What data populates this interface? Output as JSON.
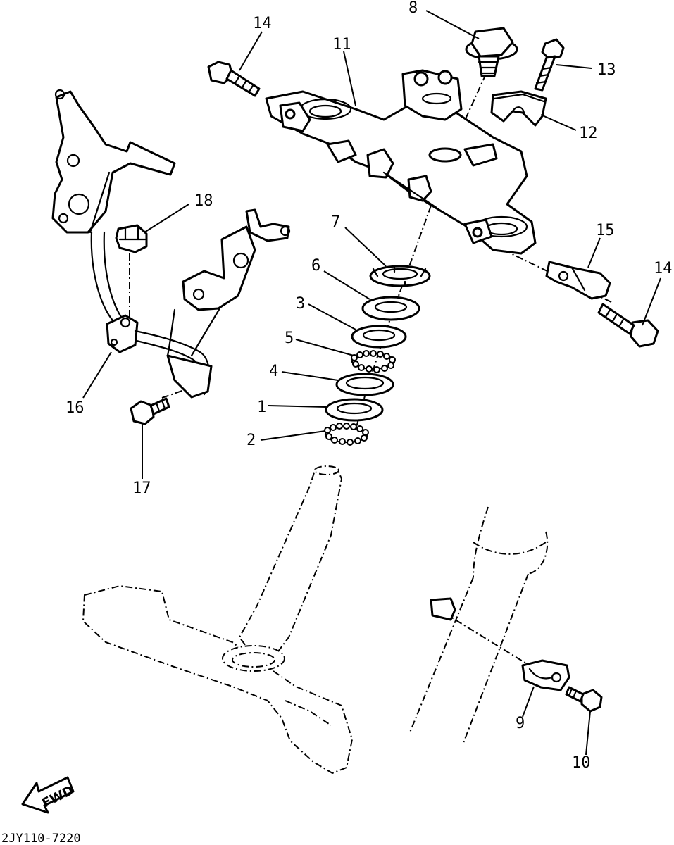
{
  "callouts": {
    "c1": "1",
    "c2": "2",
    "c3": "3",
    "c4": "4",
    "c5": "5",
    "c6": "6",
    "c7": "7",
    "c8": "8",
    "c9": "9",
    "c10": "10",
    "c11": "11",
    "c12": "12",
    "c13": "13",
    "c14a": "14",
    "c14b": "14",
    "c15": "15",
    "c16": "16",
    "c17": "17",
    "c18": "18"
  },
  "direction_label": "FWD",
  "drawing_code": "2JY110-7220"
}
